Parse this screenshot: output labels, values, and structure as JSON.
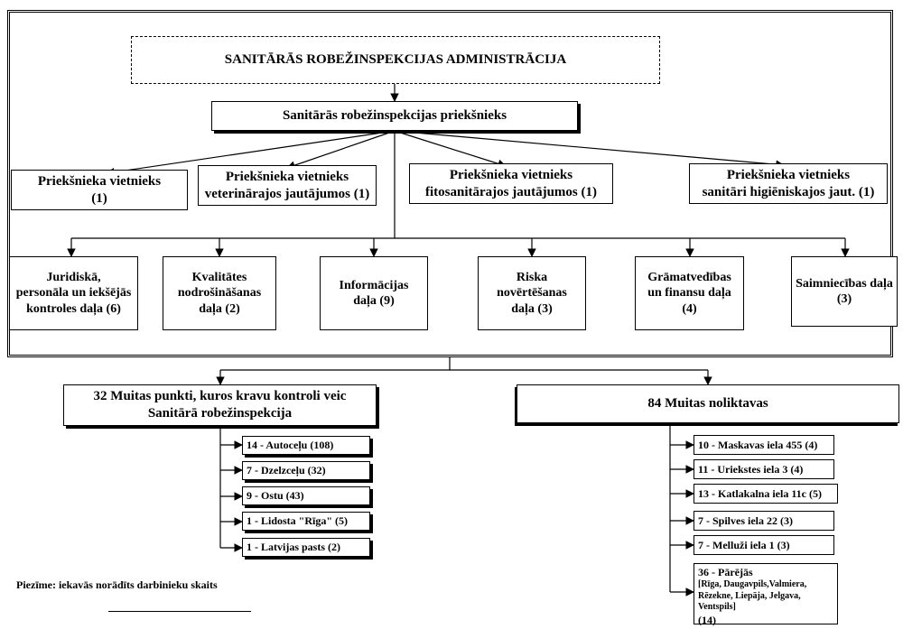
{
  "administration": {
    "title": "SANITĀRĀS ROBEŽINSPEKCIJAS ADMINISTRĀCIJA"
  },
  "head": {
    "title": "Sanitārās robežinspekcijas  priekšnieks"
  },
  "deputies": [
    {
      "line1": "Priekšnieka vietnieks",
      "line2": "(1)"
    },
    {
      "line1": "Priekšnieka vietnieks",
      "line2": "veterinārajos jautājumos (1)"
    },
    {
      "line1": "Priekšnieka vietnieks",
      "line2": "fitosanitārajos jautājumos (1)"
    },
    {
      "line1": "Priekšnieka vietnieks",
      "line2": "sanitāri higiēniskajos jaut. (1)"
    }
  ],
  "departments": [
    {
      "lines": [
        "Juridiskā,",
        "personāla un iekšējās",
        "kontroles daļa (6)"
      ]
    },
    {
      "lines": [
        "Kvalitātes",
        "nodrošināšanas",
        "daļa (2)"
      ]
    },
    {
      "lines": [
        "Informācijas",
        "daļa (9)"
      ]
    },
    {
      "lines": [
        "Riska",
        "novērtēšanas",
        "daļa (3)"
      ]
    },
    {
      "lines": [
        "Grāmatvedības",
        "un finansu daļa",
        "(4)"
      ]
    },
    {
      "lines": [
        "Saimniecības daļa",
        "(3)"
      ]
    }
  ],
  "customs_points": {
    "title_line1": "32 Muitas punkti, kuros kravu kontroli veic",
    "title_line2": "Sanitārā robežinspekcija",
    "items": [
      "14 - Autoceļu  (108)",
      "7 - Dzelzceļu  (32)",
      "9 - Ostu  (43)",
      "1 - Lidosta \"Rīga\" (5)",
      "1 - Latvijas pasts (2)"
    ]
  },
  "warehouses": {
    "title": "84 Muitas noliktavas",
    "items": [
      "10 - Maskavas iela 455  (4)",
      "11 - Uriekstes iela 3  (4)",
      "13 - Katlakalna iela 11c (5)",
      "7 - Spilves iela 22  (3)",
      "7 - Melluži iela 1 (3)"
    ],
    "last_head": "36 - Pārējās",
    "last_detail": "[Rīga, Daugavpils,Valmiera, Rēzekne, Liepāja, Jelgava, Ventspils]",
    "last_count": "(14)"
  },
  "note": "Piezīme: iekavās norādīts darbinieku skaits"
}
